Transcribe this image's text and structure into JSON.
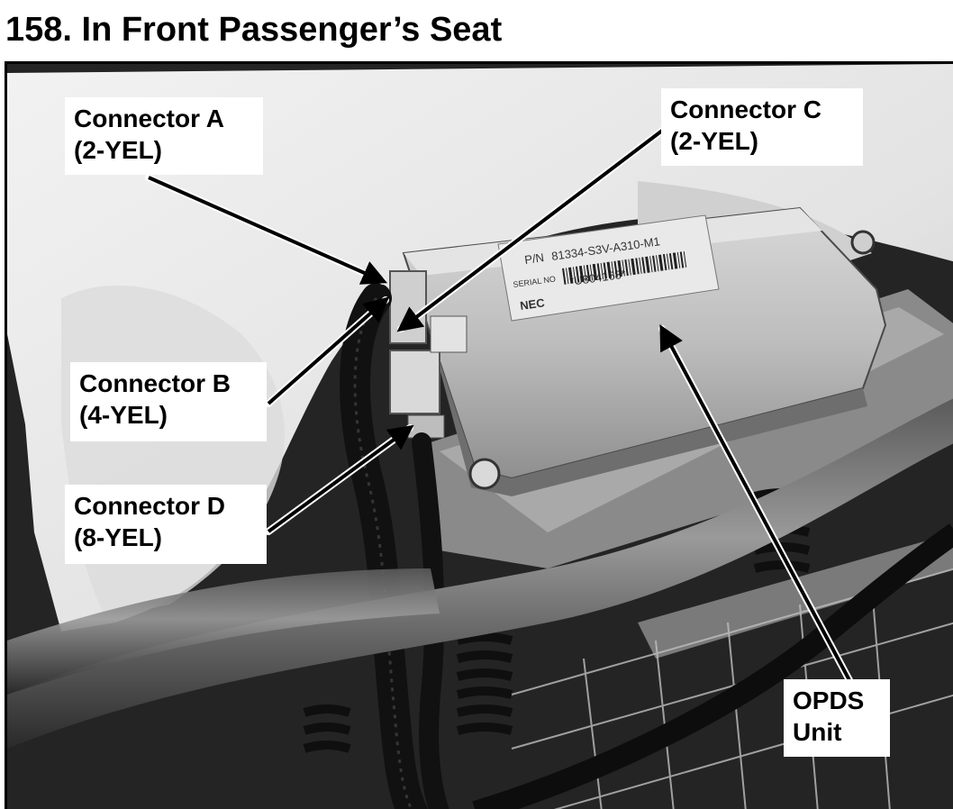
{
  "title": "158. In Front Passenger’s Seat",
  "photo": {
    "label_part_number": "P/N",
    "part_number": "81334-S3V-A310-M1",
    "label_serial": "SERIAL NO",
    "serial_number": "*U804168*",
    "brand": "NEC"
  },
  "callouts": {
    "connector_a": {
      "name": "Connector A",
      "spec": "(2-YEL)"
    },
    "connector_b": {
      "name": "Connector B",
      "spec": "(4-YEL)"
    },
    "connector_c": {
      "name": "Connector C",
      "spec": "(2-YEL)"
    },
    "connector_d": {
      "name": "Connector D",
      "spec": "(8-YEL)"
    },
    "opds_unit": {
      "name": "OPDS",
      "spec": "Unit"
    }
  }
}
